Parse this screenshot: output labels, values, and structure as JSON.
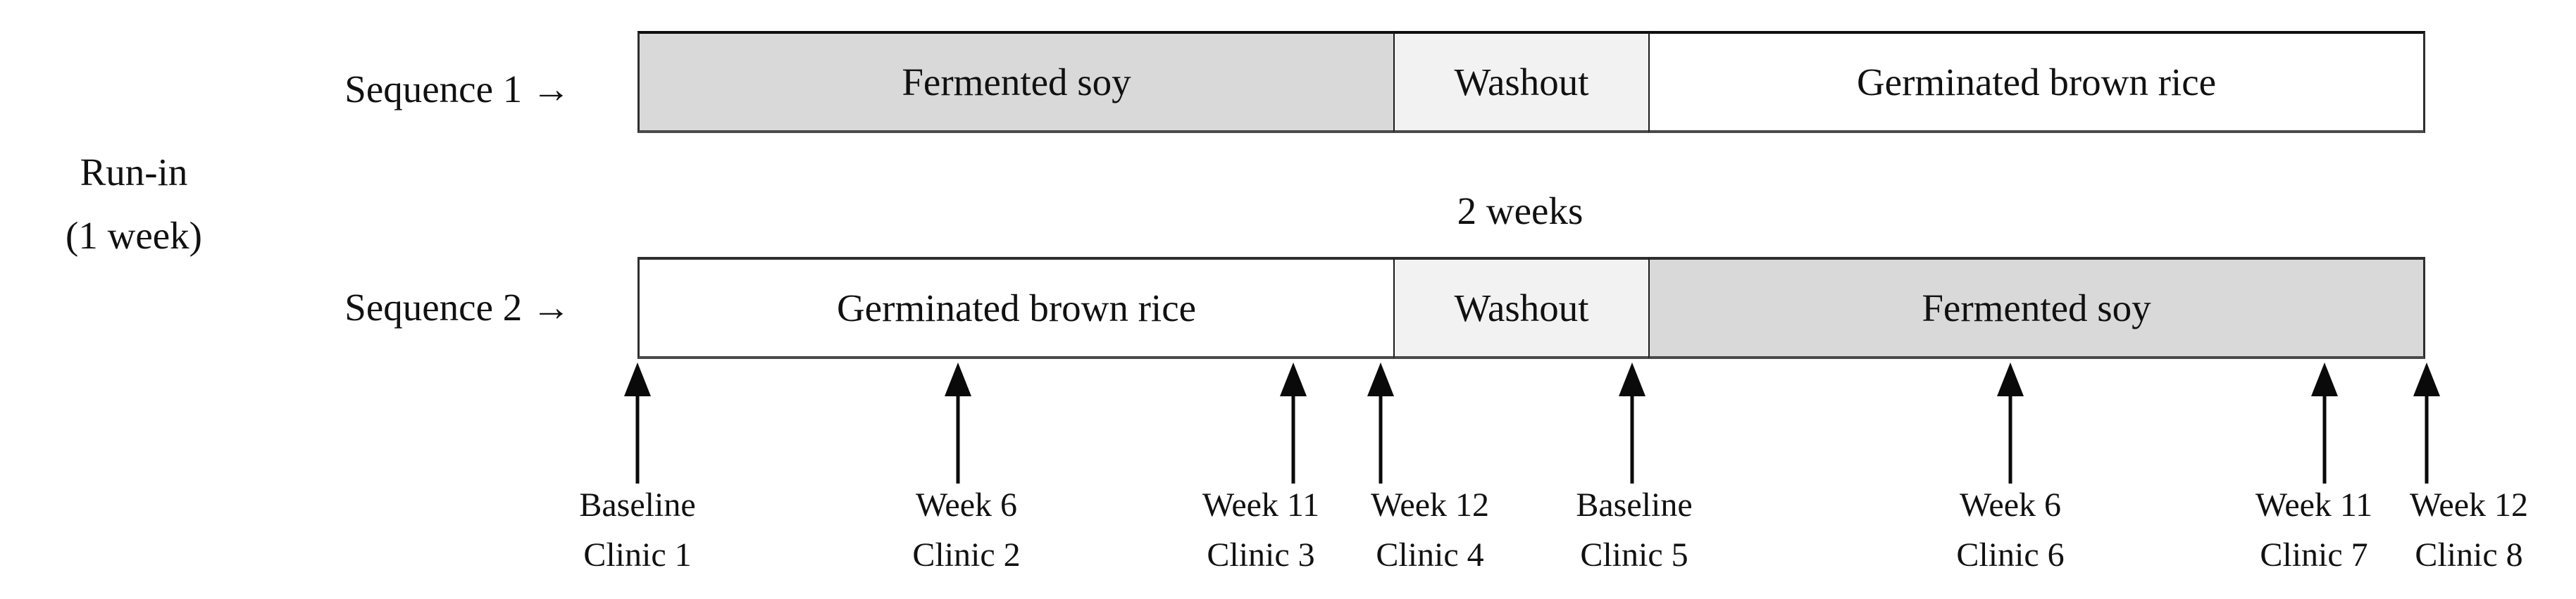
{
  "figure": {
    "run_in": {
      "line1": "Run-in",
      "line2": "(1 week)"
    },
    "washout_duration": "2 weeks",
    "colors": {
      "fermented_soy": "#d9d9d9",
      "washout": "#f2f2f2",
      "germinated_brown_rice": "#ffffff",
      "border": "#2e2e2e",
      "arrow": "#0a0a0a"
    },
    "sequences": [
      {
        "label": "Sequence 1 →",
        "segments": [
          {
            "label": "Fermented soy"
          },
          {
            "label": "Washout"
          },
          {
            "label": "Germinated brown rice"
          }
        ]
      },
      {
        "label": "Sequence 2 →",
        "segments": [
          {
            "label": "Germinated brown rice"
          },
          {
            "label": "Washout"
          },
          {
            "label": "Fermented soy"
          }
        ]
      }
    ],
    "timepoints": [
      {
        "week": "Baseline",
        "clinic": "Clinic 1"
      },
      {
        "week": "Week 6",
        "clinic": "Clinic 2"
      },
      {
        "week": "Week 11",
        "clinic": "Clinic 3"
      },
      {
        "week": "Week 12",
        "clinic": "Clinic 4"
      },
      {
        "week": "Baseline",
        "clinic": "Clinic 5"
      },
      {
        "week": "Week 6",
        "clinic": "Clinic 6"
      },
      {
        "week": "Week 11",
        "clinic": "Clinic 7"
      },
      {
        "week": "Week 12",
        "clinic": "Clinic 8"
      }
    ]
  }
}
